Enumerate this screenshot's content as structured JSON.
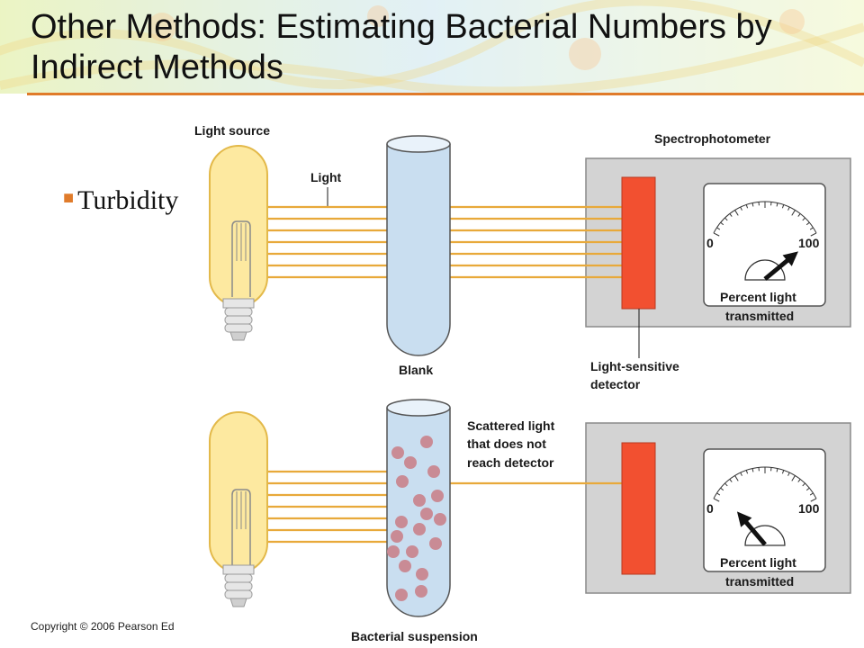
{
  "slide": {
    "title": "Other Methods: Estimating Bacterial Numbers by Indirect Methods",
    "bullet": "Turbidity",
    "copyright": "Copyright © 2006 Pearson Ed"
  },
  "diagram": {
    "light_source_label": "Light source",
    "light_label": "Light",
    "blank_label": "Blank",
    "spectrophotometer_label": "Spectrophotometer",
    "detector_label_line1": "Light-sensitive",
    "detector_label_line2": "detector",
    "scattered_line1": "Scattered light",
    "scattered_line2": "that does not",
    "scattered_line3": "reach detector",
    "suspension_label": "Bacterial suspension",
    "meter_top": {
      "min": "0",
      "max": "100",
      "caption_line1": "Percent light",
      "caption_line2": "transmitted",
      "reading_percent": 90
    },
    "meter_bottom": {
      "min": "0",
      "max": "100",
      "caption_line1": "Percent light",
      "caption_line2": "transmitted",
      "reading_percent": 18
    },
    "colors": {
      "light_beam": "#e8a93a",
      "bulb_glass": "#fde9a0",
      "tube_liquid": "#c9def0",
      "detector": "#f25030",
      "instrument_panel": "#d3d3d3",
      "bacteria": "#c98b95",
      "accent_rule": "#e07b2a"
    }
  }
}
